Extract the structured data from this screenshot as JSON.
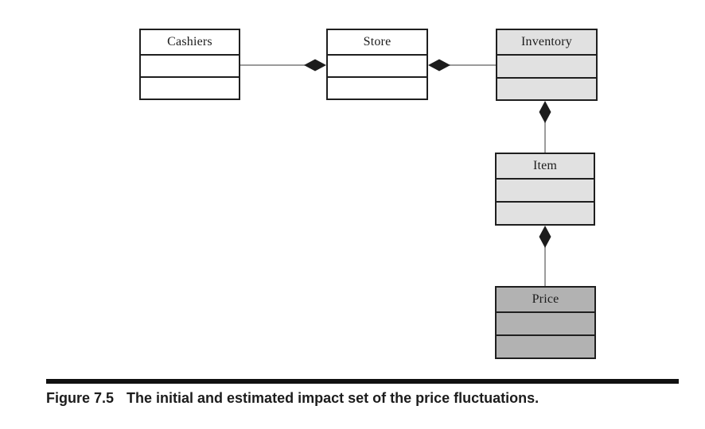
{
  "figure": {
    "label": "Figure 7.5",
    "caption": "The initial and estimated impact set of the price fluctuations."
  },
  "diagram": {
    "classes": [
      {
        "name": "Cashiers",
        "fill": "#ffffff"
      },
      {
        "name": "Store",
        "fill": "#ffffff"
      },
      {
        "name": "Inventory",
        "fill": "#e1e1e1"
      },
      {
        "name": "Item",
        "fill": "#e1e1e1"
      },
      {
        "name": "Price",
        "fill": "#b2b2b2"
      }
    ],
    "relations": [
      {
        "from": "Cashiers",
        "to": "Store",
        "type": "composition",
        "diamond_at": "Store"
      },
      {
        "from": "Store",
        "to": "Inventory",
        "type": "composition",
        "diamond_at": "Store"
      },
      {
        "from": "Inventory",
        "to": "Item",
        "type": "composition",
        "diamond_at": "Inventory"
      },
      {
        "from": "Item",
        "to": "Price",
        "type": "composition",
        "diamond_at": "Item"
      }
    ]
  },
  "colors": {
    "box_border": "#1f1f1f",
    "connector_line": "#7a7a7a",
    "diamond_fill": "#1c1c1c",
    "light_fill": "#e1e1e1",
    "dark_fill": "#b2b2b2",
    "rule": "#111111",
    "text": "#1c1c1c"
  }
}
